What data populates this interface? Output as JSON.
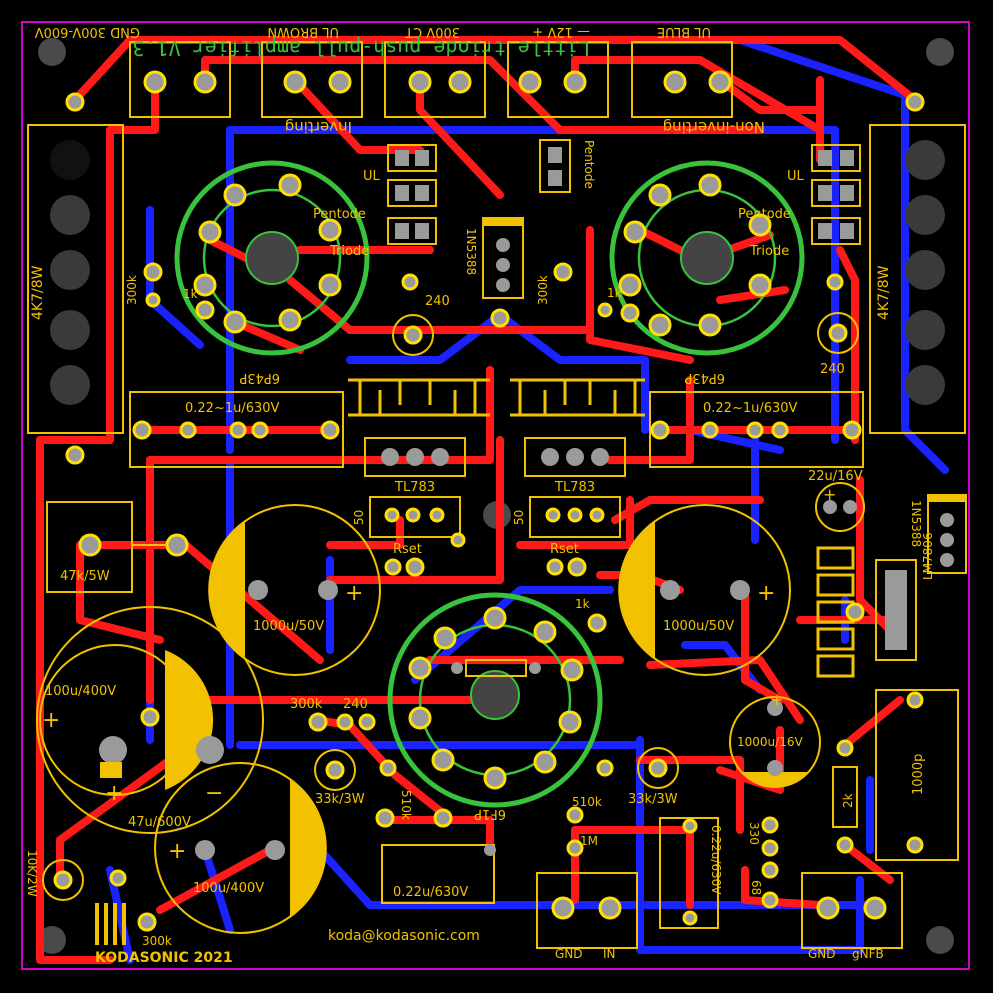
{
  "board": {
    "title": "Little triode push-pull amplifier V1.3",
    "credit": "KODASONIC 2021",
    "email": "koda@kodasonic.com",
    "colors": {
      "outline": "#d000d0",
      "silk": "#f2c200",
      "top_copper": "#ff1a1a",
      "bottom_copper": "#1a22ff",
      "tube_ring": "#39c23c",
      "pad": "#9a9a9a"
    }
  },
  "connectors": {
    "top": [
      {
        "label": "GND  300V-600V"
      },
      {
        "label": "UL BROWN"
      },
      {
        "label": "300V  CT"
      },
      {
        "label": "—  12V +"
      },
      {
        "label": "UL  BLUE"
      }
    ],
    "bottom_in": {
      "gnd": "GND",
      "in": "IN"
    },
    "bottom_nfb": {
      "gnd": "GND",
      "gnfb": "gNFB"
    }
  },
  "labels": {
    "inverting": "Inverting",
    "non_inverting": "Non-inverting",
    "pentode_jumper": "Pentode",
    "ul": "UL",
    "pentode": "Pentode",
    "triode": "Triode",
    "diode_left": "1N5388",
    "diode_right": "1N5388",
    "regulator": "LM7806",
    "tube_left": "6P43P",
    "tube_right": "6P43P",
    "tube_driver": "6F1P",
    "cap_coupling_left": "0.22~1u/630V",
    "cap_coupling_right": "0.22~1u/630V",
    "reg_left": "TL783",
    "reg_right": "TL783",
    "rset_left": "Rset",
    "rset_right": "Rset",
    "r_50_left": "50",
    "r_50_right": "50",
    "cap_1000u_50v_left": "1000u/50V",
    "cap_1000u_50v_right": "1000u/50V",
    "load_left": "4K7/8W",
    "load_right": "4K7/8W",
    "r_300k_left": "300k",
    "r_1k_left": "1k",
    "r_240_left": "240",
    "r_300k_center": "300k",
    "r_1k_right": "1k",
    "r_240_right": "240",
    "cap_22u": "22u/16V",
    "r_47k": "47k/5W",
    "cap_100u_400v_a": "100u/400V",
    "cap_47u": "47u/600V",
    "cap_100u_400v_b": "100u/400V",
    "r_10k": "10K/2W",
    "r_300k_bottom": "300k",
    "r_300k_mid": "300k",
    "r_240_mid": "240",
    "r_33k_left": "33k/3W",
    "r_510k_a": "510k",
    "r_1k_center": "1k",
    "r_33k_right": "33k/3W",
    "r_510k_b": "510k",
    "r_1m": "1M",
    "cap_022_630_a": "0.22u/630V",
    "cap_022_630_b": "0.22u/630V",
    "cap_1000u_16v": "1000u/16V",
    "r_2k": "2k",
    "cap_1000p": "1000p",
    "r_330": "330",
    "r_68": "68",
    "plus": "+",
    "minus": "−"
  }
}
